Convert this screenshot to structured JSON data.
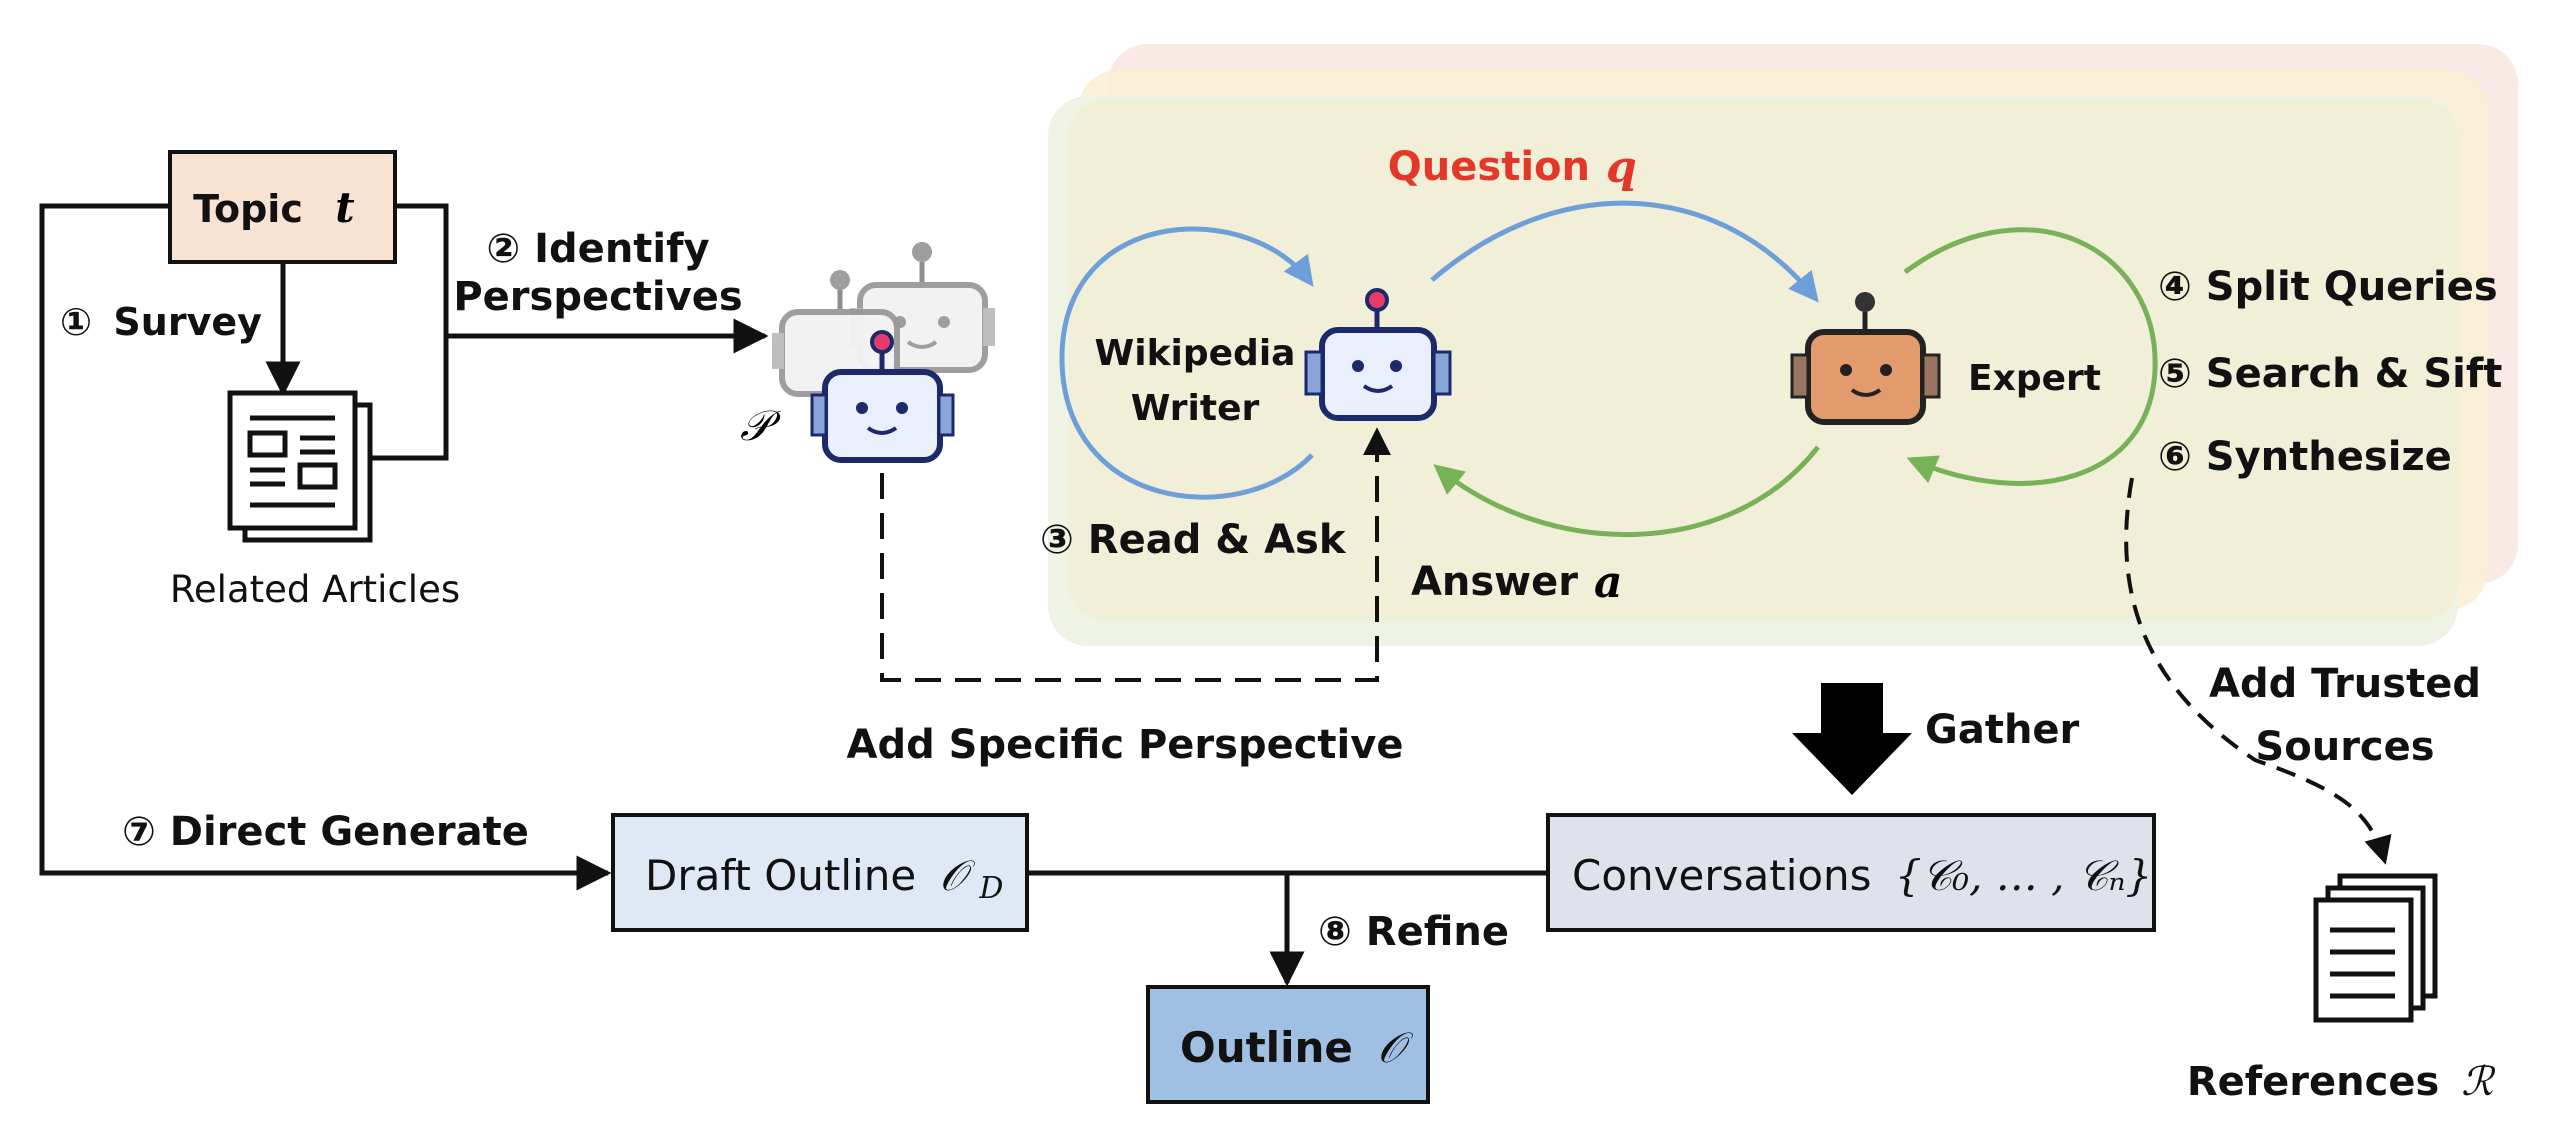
{
  "topic": {
    "label": "Topic",
    "var": "t"
  },
  "related_articles": "Related Articles",
  "steps": {
    "survey": {
      "num": "①",
      "label": "Survey"
    },
    "identify_1": "② Identify",
    "identify_2": "Perspectives",
    "read_ask": "③ Read & Ask",
    "split": "④ Split Queries",
    "search": "⑤ Search & Sift",
    "synth": "⑥ Synthesize",
    "direct": "⑦ Direct Generate",
    "refine": "⑧ Refine"
  },
  "perspectives_symbol": "𝒫",
  "wiki_writer": [
    "Wikipedia",
    "Writer"
  ],
  "expert": "Expert",
  "question": {
    "label": "Question",
    "var": "q"
  },
  "answer": {
    "label": "Answer",
    "var": "a"
  },
  "add_perspective": "Add Specific Perspective",
  "gather": "Gather",
  "add_trusted": [
    "Add Trusted",
    "Sources"
  ],
  "draft_outline": {
    "label": "Draft Outline",
    "symbol": "𝒪",
    "sub": "D"
  },
  "conversations": {
    "label": "Conversations",
    "math": "{𝒞₀, … , 𝒞ₙ}"
  },
  "outline": {
    "label": "Outline",
    "symbol": "𝒪"
  },
  "references": {
    "label": "References",
    "symbol": "ℛ"
  },
  "colors": {
    "topic_fill": "#f8e3d3",
    "draft_fill": "#dee9f5",
    "conv_fill": "#dfe2ea",
    "outline_fill": "#9fc0e3",
    "panel_fill": "#f2efd9",
    "question_red": "#e2382a",
    "blue_arrow": "#6f9fd8",
    "green_arrow": "#78b257",
    "robot_blue": "#1c2a6b",
    "robot_orange": "#e09a6e"
  }
}
